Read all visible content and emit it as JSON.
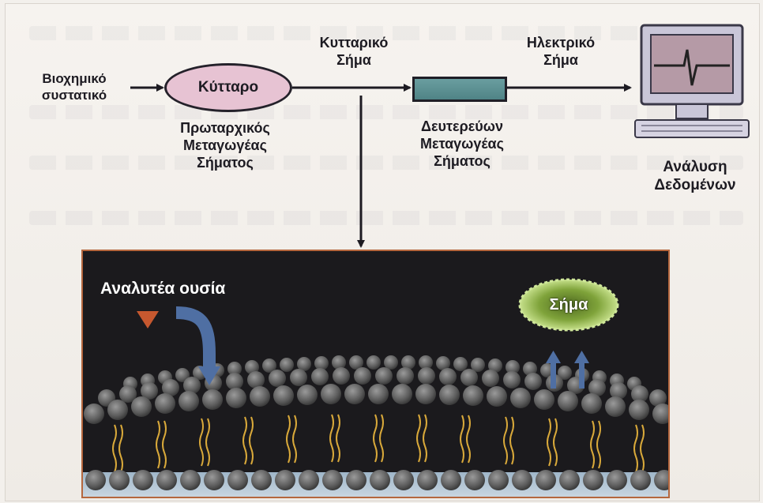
{
  "diagram": {
    "input_label": "Βιοχημικό\nσυστατικό",
    "cell_label": "Κύτταρο",
    "primary_transducer_label": "Πρωταρχικός\nΜεταγωγέας\nΣήματος",
    "cellular_signal_label": "Κυτταρικό\nΣήμα",
    "secondary_transducer_label": "Δευτερεύων\nΜεταγωγέας\nΣήματος",
    "electric_signal_label": "Ηλεκτρικό\nΣήμα",
    "data_analysis_label": "Ανάλυση\nΔεδομένων"
  },
  "inset": {
    "analyte_label": "Αναλυτέα ουσία",
    "signal_badge": "Σήμα"
  },
  "colors": {
    "cell_fill": "#e7c3d3",
    "transducer_fill": "#5a9093",
    "analyte_marker": "#c6582f",
    "arrow_blue": "#4f6fa3",
    "signal_glow": "#7fa33a",
    "panel_border": "#b5673e"
  }
}
